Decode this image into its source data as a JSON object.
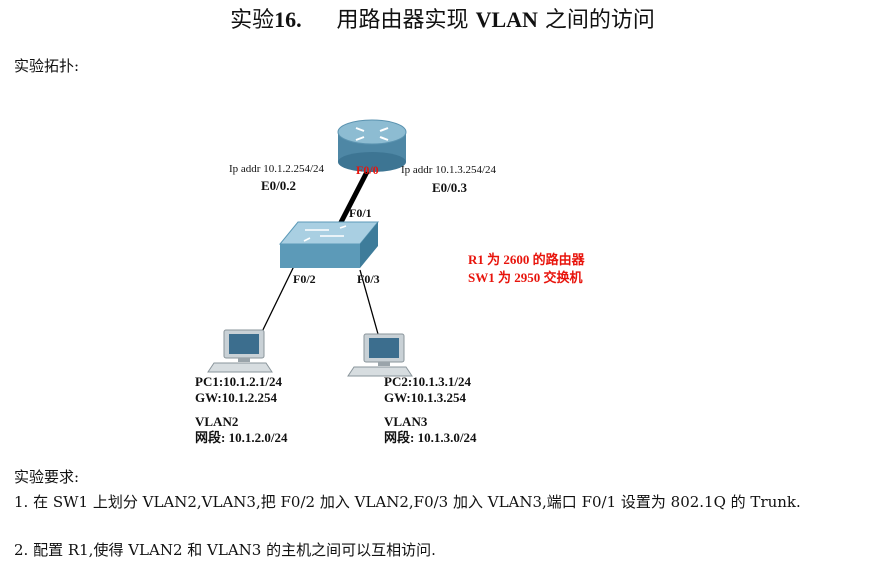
{
  "title": {
    "prefix": "实验",
    "number": "16.",
    "text_a": "用路由器实现",
    "vlan": "VLAN",
    "text_b": "之间的访问"
  },
  "topology_heading": "实验拓扑:",
  "diagram": {
    "router_left_ip": "Ip addr 10.1.2.254/24",
    "router_right_ip": "Ip addr 10.1.3.254/24",
    "router_port": "F0/0",
    "sub_left": "E0/0.2",
    "sub_right": "E0/0.3",
    "switch_uplink": "F0/1",
    "switch_port_left": "F0/2",
    "switch_port_right": "F0/3",
    "note_router": "R1 为 2600 的路由器",
    "note_switch": "SW1 为 2950 交换机",
    "pc1": {
      "ip": "PC1:10.1.2.1/24",
      "gw": "GW:10.1.2.254",
      "vlan": "VLAN2",
      "segment": "网段:  10.1.2.0/24"
    },
    "pc2": {
      "ip": "PC2:10.1.3.1/24",
      "gw": "GW:10.1.3.254",
      "vlan": "VLAN3",
      "segment": "网段:  10.1.3.0/24"
    },
    "colors": {
      "router": "#6fa3bd",
      "switch": "#5c9ab8",
      "note": "#e8140c"
    }
  },
  "requirements_heading": "实验要求:",
  "requirements": [
    "1.  在 SW1 上划分 VLAN2,VLAN3,把 F0/2 加入 VLAN2,F0/3 加入 VLAN3,端口 F0/1 设置为 802.1Q 的 Trunk.",
    "2.  配置 R1,使得 VLAN2 和 VLAN3 的主机之间可以互相访问."
  ]
}
